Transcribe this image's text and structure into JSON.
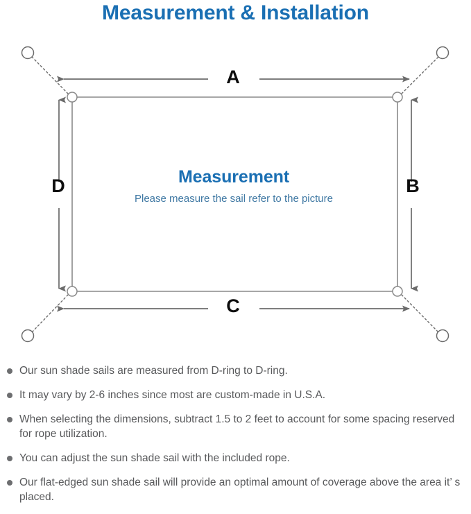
{
  "page": {
    "title": "Measurement & Installation",
    "title_color": "#1a6fb3",
    "background": "#ffffff"
  },
  "diagram": {
    "name": "shade-sail-measurement-diagram",
    "sail_line_color": "#8a8a8a",
    "arrow_color": "#6b6b6b",
    "anchor_line_style": "dotted",
    "dimension_labels": [
      {
        "id": "A",
        "label": "A",
        "edge": "top",
        "orientation": "horizontal"
      },
      {
        "id": "B",
        "label": "B",
        "edge": "right",
        "orientation": "vertical"
      },
      {
        "id": "C",
        "label": "C",
        "edge": "bottom",
        "orientation": "horizontal"
      },
      {
        "id": "D",
        "label": "D",
        "edge": "left",
        "orientation": "vertical"
      }
    ],
    "center": {
      "heading": "Measurement",
      "heading_color": "#1a6fb3",
      "subtitle": "Please measure the sail refer to the picture",
      "subtitle_color": "#3f78a3"
    },
    "corners": [
      {
        "id": "top-left",
        "d_ring": true,
        "anchor_point": true
      },
      {
        "id": "top-right",
        "d_ring": true,
        "anchor_point": true
      },
      {
        "id": "bottom-left",
        "d_ring": true,
        "anchor_point": true
      },
      {
        "id": "bottom-right",
        "d_ring": true,
        "anchor_point": true
      }
    ]
  },
  "notes": {
    "bullet_color": "#6d6e70",
    "text_color": "#58595b",
    "items": [
      "Our sun shade sails are measured from D-ring to D-ring.",
      "It may vary by 2-6 inches since most are custom-made in U.S.A.",
      "When selecting the dimensions, subtract 1.5 to 2 feet to account for some spacing reserved for rope utilization.",
      "You can adjust the sun shade sail with the included rope.",
      "Our flat-edged sun shade sail will provide an optimal amount of coverage above the area it’ s placed."
    ]
  }
}
